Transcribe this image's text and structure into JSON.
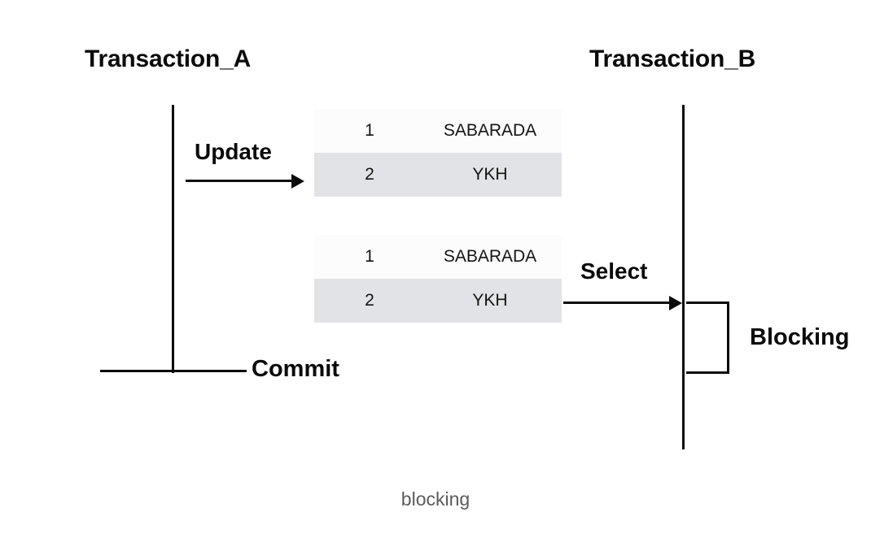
{
  "diagram": {
    "caption": "blocking",
    "lifelines": [
      {
        "id": "a",
        "title": "Transaction_A"
      },
      {
        "id": "b",
        "title": "Transaction_B"
      }
    ],
    "messages": [
      {
        "id": "update",
        "label": "Update",
        "from": "Transaction_A",
        "to": "table-1",
        "direction": "right"
      },
      {
        "id": "select",
        "label": "Select",
        "from": "table-2",
        "to": "Transaction_B",
        "direction": "right"
      }
    ],
    "events": [
      {
        "id": "commit",
        "label": "Commit",
        "lifeline": "Transaction_A"
      },
      {
        "id": "blocking",
        "label": "Blocking",
        "lifeline": "Transaction_B"
      }
    ],
    "tables": [
      {
        "id": "table-1",
        "rows": [
          {
            "id": "1",
            "name": "SABARADA",
            "highlighted": false
          },
          {
            "id": "2",
            "name": "YKH",
            "highlighted": true
          }
        ]
      },
      {
        "id": "table-2",
        "rows": [
          {
            "id": "1",
            "name": "SABARADA",
            "highlighted": false
          },
          {
            "id": "2",
            "name": "YKH",
            "highlighted": true
          }
        ]
      }
    ],
    "colors": {
      "stroke": "#0b0b0b",
      "row_light": "#fcfcfd",
      "row_shaded": "#e1e3e6",
      "text": "#141414",
      "caption": "#5b5b5b",
      "background": "#ffffff"
    }
  }
}
